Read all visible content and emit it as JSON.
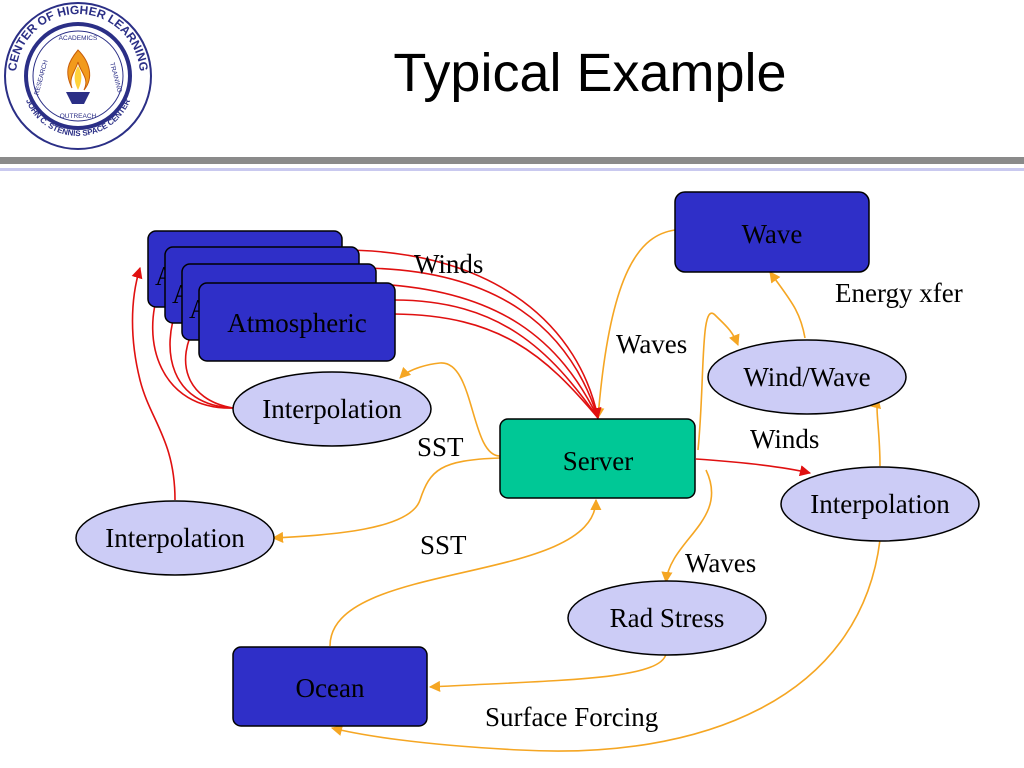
{
  "slide": {
    "title": "Typical Example"
  },
  "logo": {
    "ring_top": "CENTER OF HIGHER LEARNING",
    "ring_bottom": "JOHN C. STENNIS SPACE CENTER",
    "inner_top": "ACADEMICS",
    "inner_left": "RESEARCH",
    "inner_right": "TRAINING",
    "inner_bottom": "OUTREACH"
  },
  "nodes": {
    "atmospheric_stack_1": "A",
    "atmospheric_stack_2": "A",
    "atmospheric_stack_3": "A",
    "atmospheric": "Atmospheric",
    "wave": "Wave",
    "wind_wave": "Wind/Wave",
    "interp_top": "Interpolation",
    "interp_left": "Interpolation",
    "interp_right": "Interpolation",
    "server": "Server",
    "rad_stress": "Rad Stress",
    "ocean": "Ocean"
  },
  "edge_labels": {
    "winds_top": "Winds",
    "energy_xfer": "Energy xfer",
    "waves_top": "Waves",
    "winds_right": "Winds",
    "sst_top": "SST",
    "sst_bottom": "SST",
    "waves_bottom": "Waves",
    "surface_forcing": "Surface Forcing"
  },
  "colors": {
    "model_box": "#2f2fc8",
    "server_box": "#00c896",
    "interp_ellipse": "#ccccf6",
    "data_arrow_red": "#e01010",
    "data_arrow_orange": "#f5a623"
  }
}
